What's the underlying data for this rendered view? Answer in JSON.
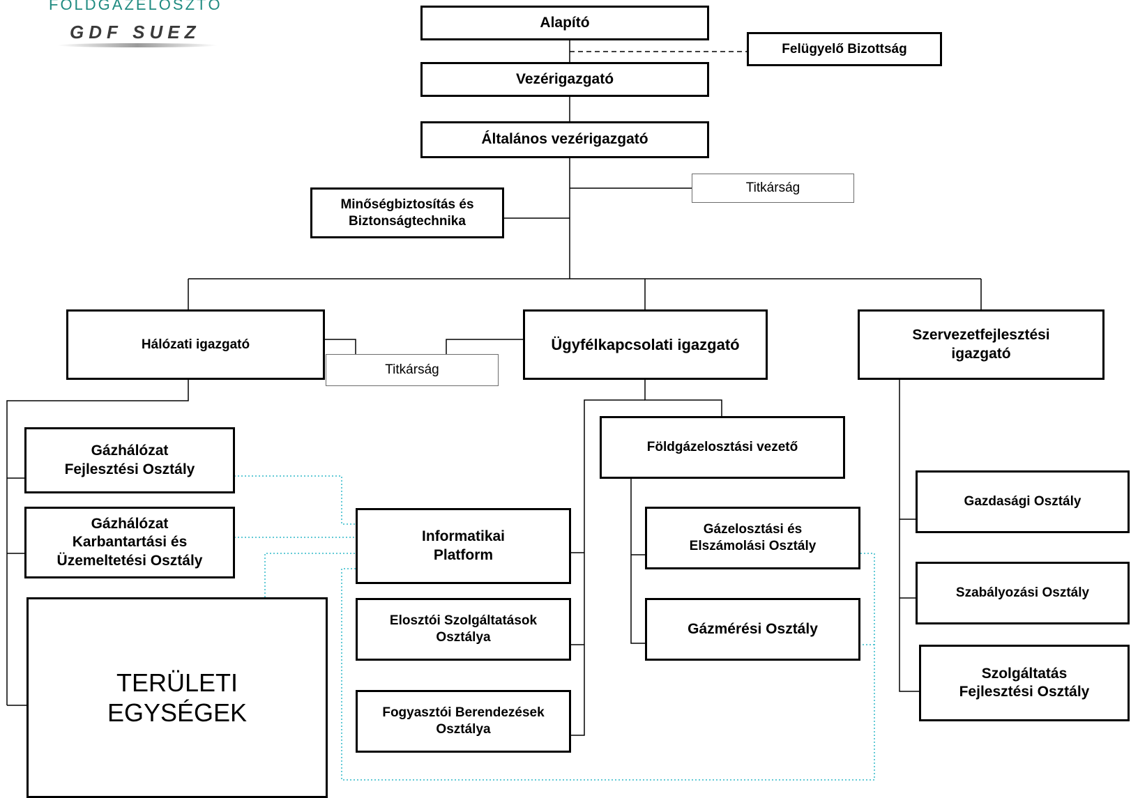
{
  "logo": {
    "line1": "FÖLDGÁZELOSZTÓ",
    "line2": "GDF SUEZ"
  },
  "nodes": {
    "alapito": "Alapító",
    "felugyelo_bizottsag": "Felügyelő Bizottság",
    "vezerigazgato": "Vezérigazgató",
    "altalanos_vezerigazgato": "Általános vezérigazgató",
    "titkarsag_top": "Titkárság",
    "minosegbiztositas": "Minőségbiztosítás és\nBiztonságtechnika",
    "halozati_igazgato": "Hálózati igazgató",
    "titkarsag_mid": "Titkárság",
    "ugyfelkapcsolati_igazgato": "Ügyfélkapcsolati igazgató",
    "szervezetfejlesztesi_igazgato": "Szervezetfejlesztési\nigazgató",
    "gazhalozat_fejlesztesi": "Gázhálózat\nFejlesztési Osztály",
    "gazhalozat_karbantartasi": "Gázhálózat\nKarbantartási és\nÜzemeltetési Osztály",
    "teruleti_egysegek": "TERÜLETI\nEGYSÉGEK",
    "informatikai_platform": "Informatikai\nPlatform",
    "elosztoi_szolgaltatasok": "Elosztói Szolgáltatások\nOsztálya",
    "fogyasztoi_berendezesek": "Fogyasztói Berendezések\nOsztálya",
    "foldgazelosztasi_vezeto": "Földgázelosztási vezető",
    "gazelosztasi_elszamolasi": "Gázelosztási és\nElszámolási Osztály",
    "gazmeresi": "Gázmérési Osztály",
    "gazdasagi": "Gazdasági Osztály",
    "szabalyozasi": "Szabályozási Osztály",
    "szolgaltatas_fejlesztesi": "Szolgáltatás\nFejlesztési Osztály"
  },
  "colors": {
    "line": "#000000",
    "dotted_link": "#2fb8c8",
    "logo_teal": "#1e8a80"
  }
}
